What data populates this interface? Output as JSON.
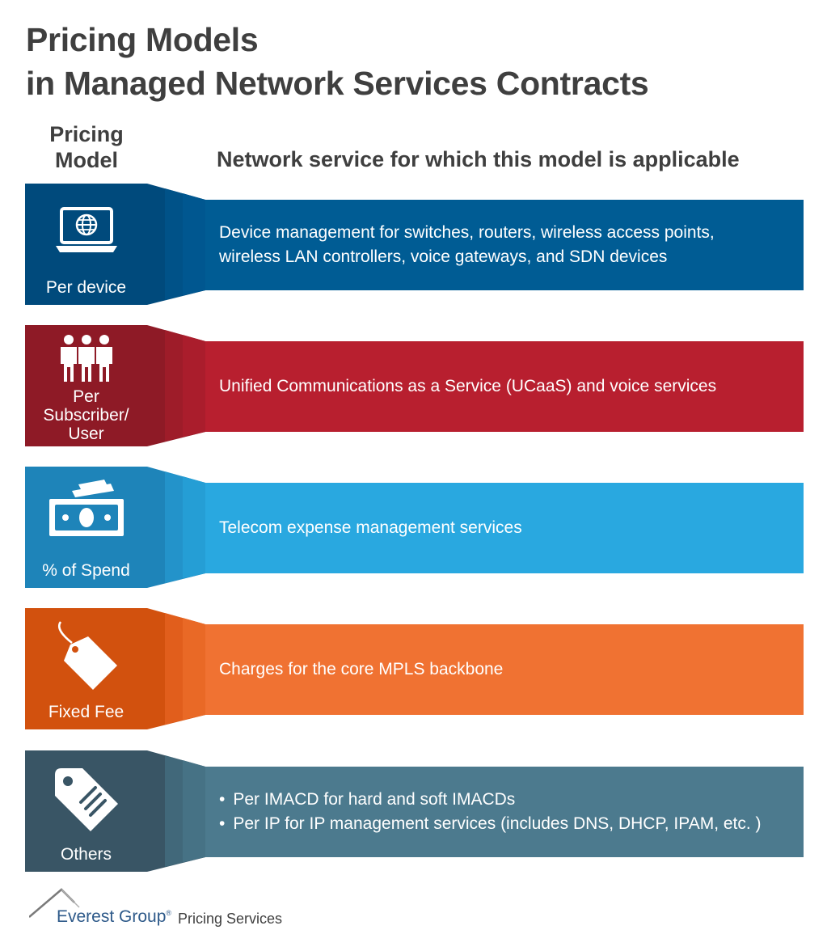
{
  "title": {
    "line1": "Pricing Models",
    "line2": "in Managed Network Services Contracts"
  },
  "columns": {
    "left": "Pricing Model",
    "right": "Network service for which this model is applicable"
  },
  "rows": [
    {
      "label": "Per device",
      "icon": "laptop-globe-icon",
      "color_dark": "#004a7c",
      "color_main": "#005c94",
      "service_lines": [
        "Device management for switches, routers, wireless access points,",
        "wireless LAN controllers, voice gateways, and SDN devices"
      ]
    },
    {
      "label": "Per Subscriber/ User",
      "icon": "users-icon",
      "color_dark": "#8e1a26",
      "color_main": "#b81f2f",
      "service_lines": [
        "Unified Communications as a Service (UCaaS) and voice services"
      ]
    },
    {
      "label": "% of Spend",
      "icon": "money-bills-icon",
      "color_dark": "#1e84b9",
      "color_main": "#29a8e0",
      "service_lines": [
        "Telecom expense management services"
      ]
    },
    {
      "label": "Fixed Fee",
      "icon": "price-tag-icon",
      "color_dark": "#d2510e",
      "color_main": "#f07232",
      "service_lines": [
        "Charges for the core MPLS backbone"
      ]
    },
    {
      "label": "Others",
      "icon": "tags-icon",
      "color_dark": "#395565",
      "color_main": "#4c7a8e",
      "service_bullets": [
        "Per IMACD for hard and soft IMACDs",
        "Per IP for IP management services (includes DNS, DHCP, IPAM, etc. )"
      ]
    }
  ],
  "footer": {
    "brand": "Everest Group",
    "registered": "®",
    "subtitle": "Pricing Services"
  }
}
